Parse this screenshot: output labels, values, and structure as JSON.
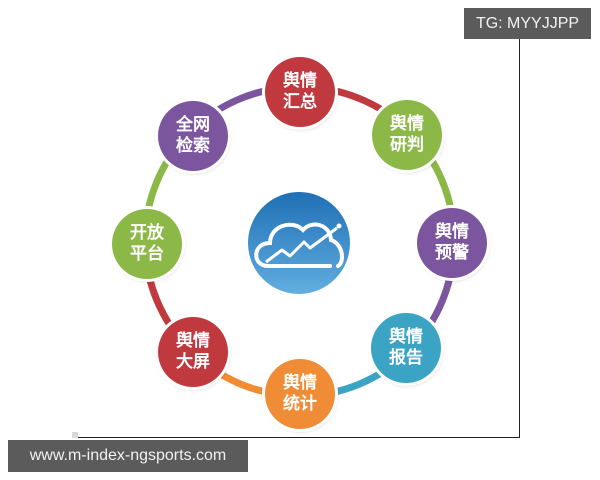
{
  "watermarks": {
    "top_right": "TG: MYYJJPP",
    "bottom_left": "www.m-index-ngsports.com"
  },
  "diagram": {
    "center": {
      "icon": "cloud-chart-icon",
      "color_top": "#1f6fb5",
      "color_bottom": "#5aa6db"
    },
    "nodes": [
      {
        "line1": "舆情",
        "line2": "汇总",
        "color": "#c0393e"
      },
      {
        "line1": "舆情",
        "line2": "研判",
        "color": "#8cb847"
      },
      {
        "line1": "舆情",
        "line2": "预警",
        "color": "#7b569f"
      },
      {
        "line1": "舆情",
        "line2": "报告",
        "color": "#3ba3c4"
      },
      {
        "line1": "舆情",
        "line2": "统计",
        "color": "#ef8c35"
      },
      {
        "line1": "舆情",
        "line2": "大屏",
        "color": "#c0393e"
      },
      {
        "line1": "开放",
        "line2": "平台",
        "color": "#8cb847"
      },
      {
        "line1": "全网",
        "line2": "检索",
        "color": "#7b569f"
      }
    ],
    "arcs": [
      "#c0393e",
      "#8cb847",
      "#7b569f",
      "#3ba3c4",
      "#ef8c35",
      "#c0393e",
      "#8cb847",
      "#7b569f"
    ]
  }
}
